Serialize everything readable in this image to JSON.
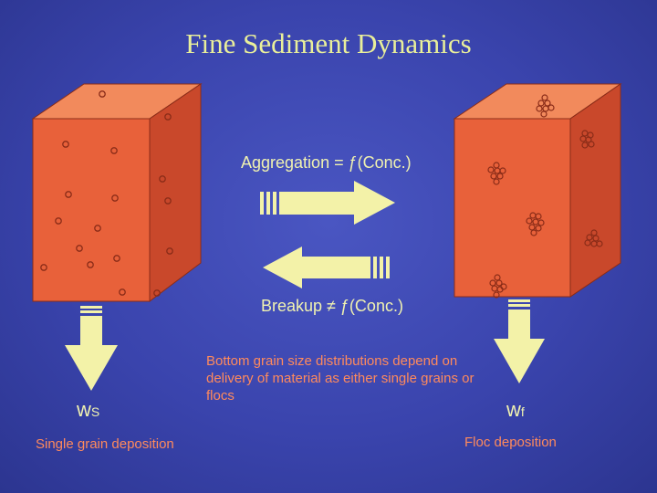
{
  "title": "Fine Sediment Dynamics",
  "aggregation": {
    "label": "Aggregation = ƒ(Conc.)"
  },
  "breakup": {
    "label": "Breakup ≠ ƒ(Conc.)"
  },
  "note": "Bottom grain size distributions depend on delivery of material as either single grains or flocs",
  "left": {
    "w": "w",
    "w_sub": "S",
    "caption": "Single grain deposition"
  },
  "right": {
    "w": "w",
    "w_sub": "f",
    "caption": "Floc deposition"
  },
  "colors": {
    "box_front": "#e8613a",
    "box_side": "#c9482b",
    "box_top": "#f28a5c",
    "arrow": "#f3f2a8",
    "background": "#3a44ad"
  }
}
